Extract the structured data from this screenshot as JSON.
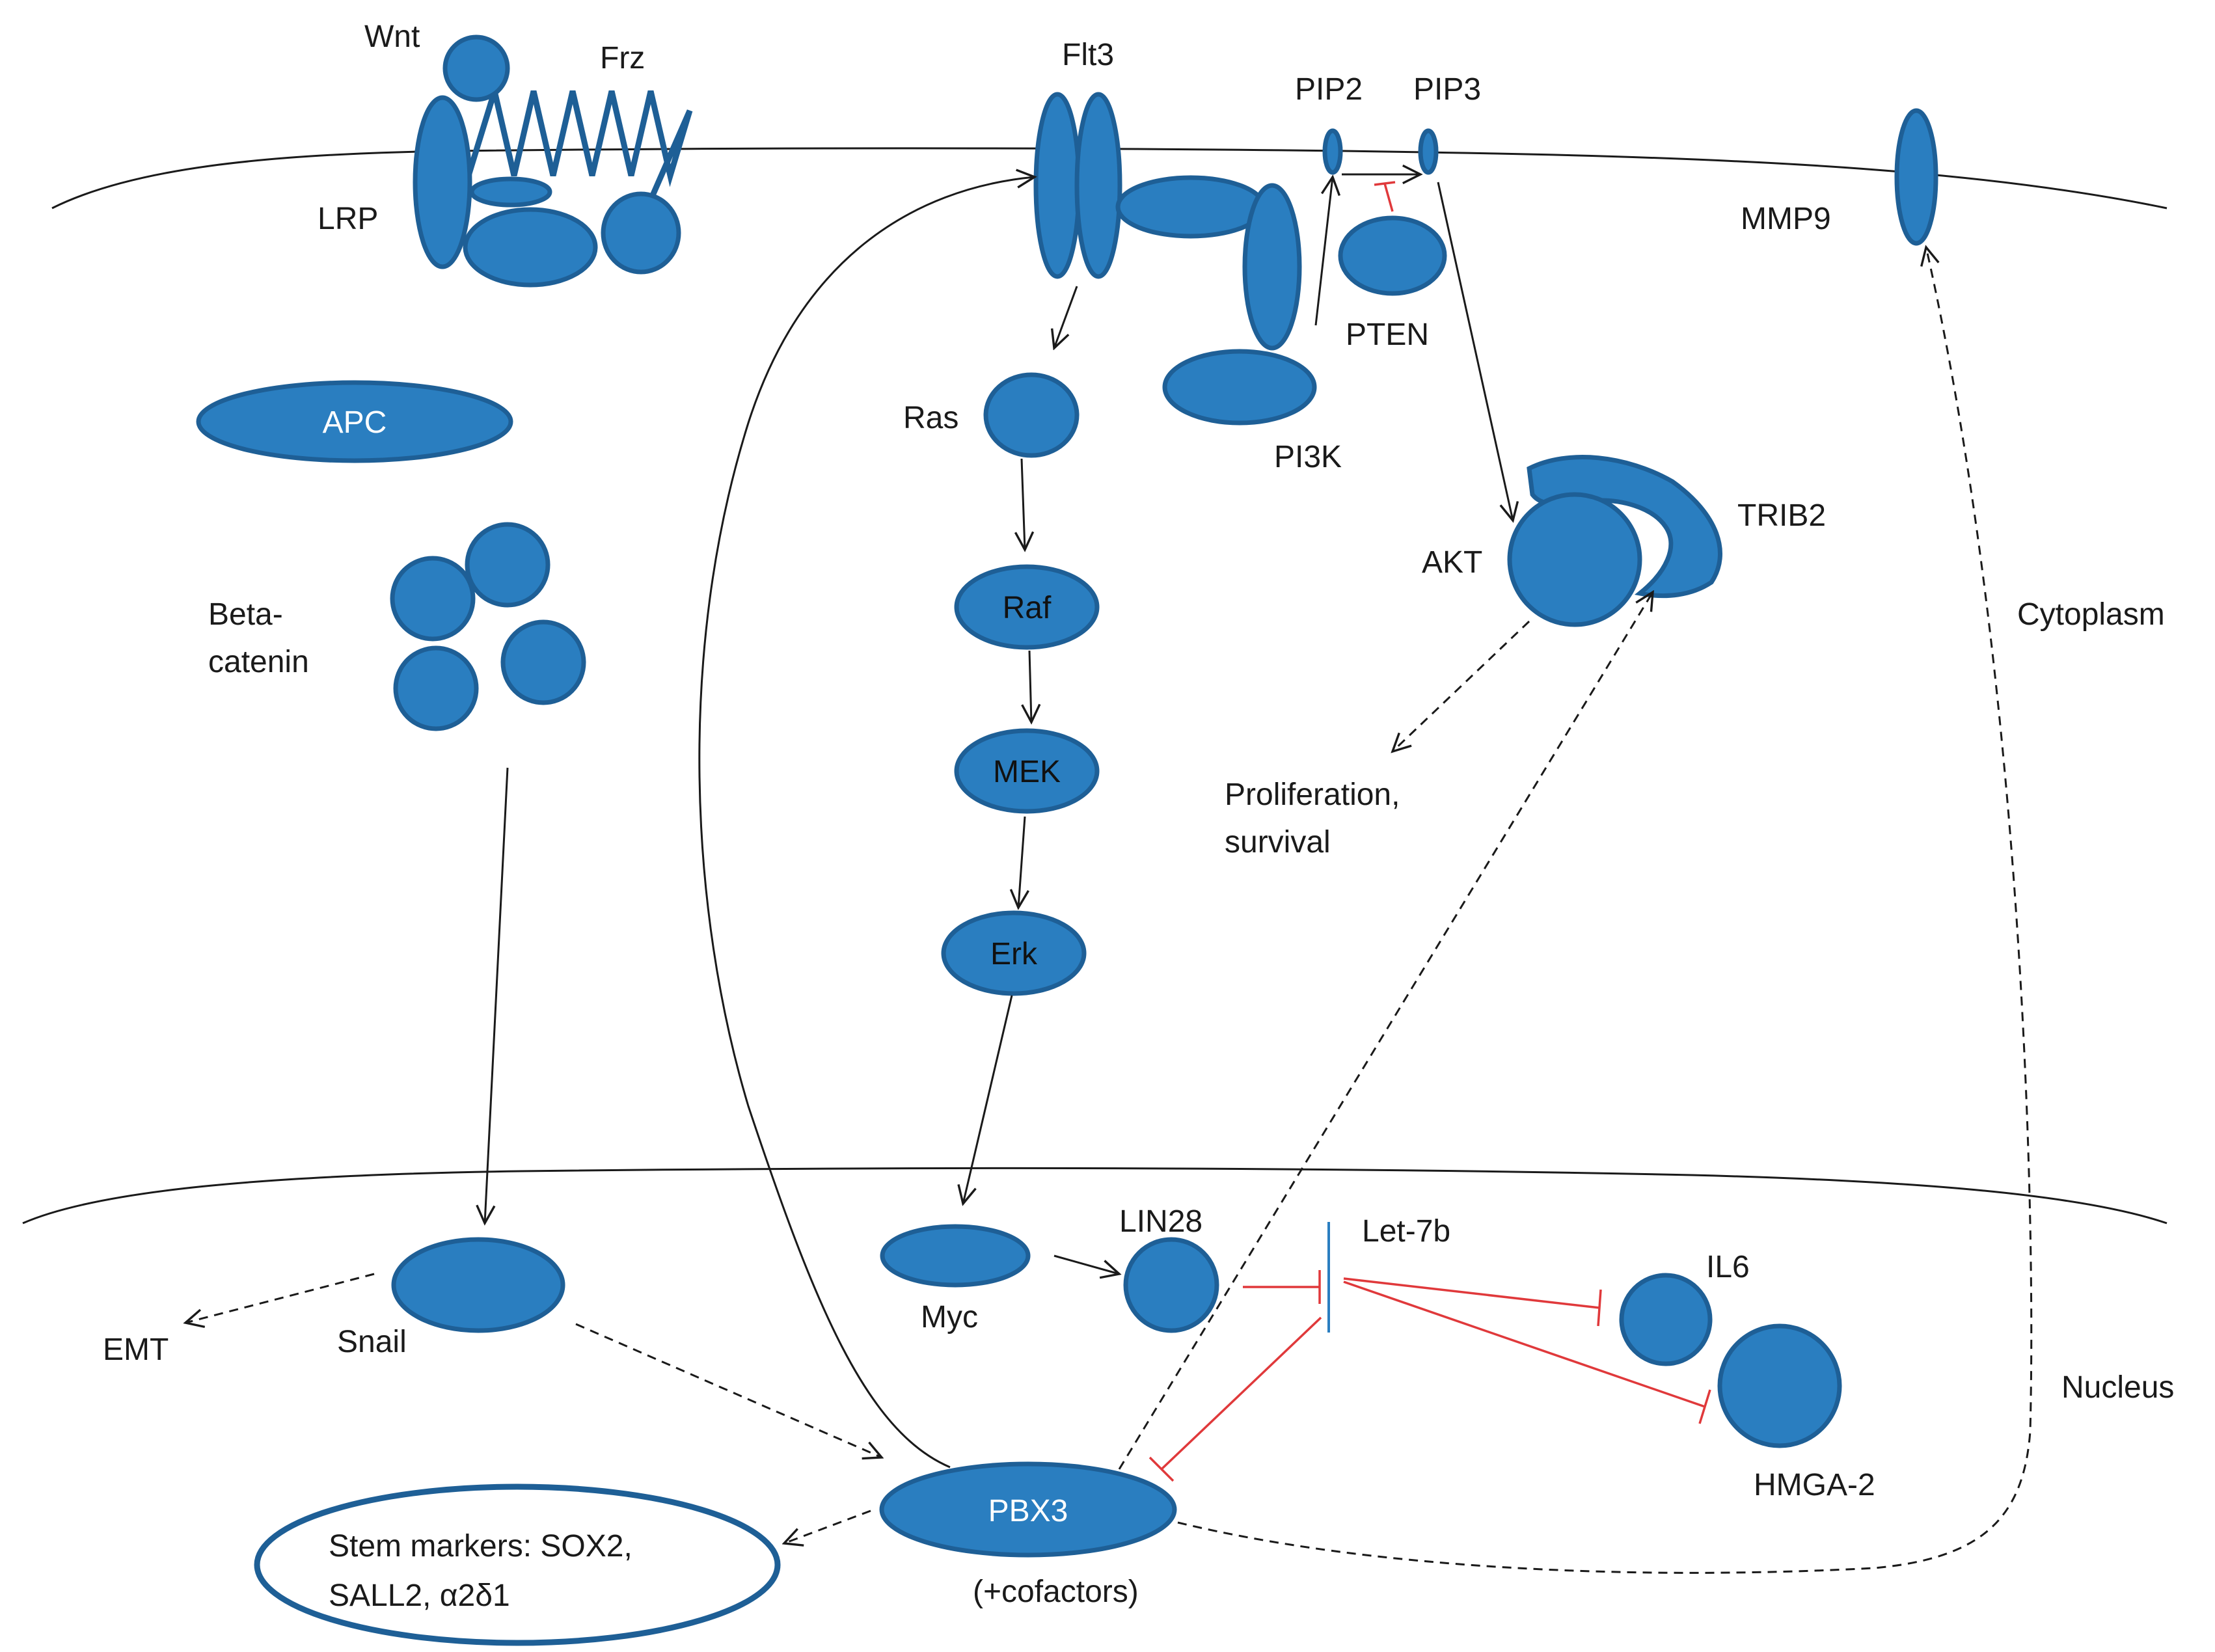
{
  "labels": {
    "wnt": "Wnt",
    "frz": "Frz",
    "lrp": "LRP",
    "flt3": "Flt3",
    "pip2": "PIP2",
    "pip3": "PIP3",
    "pten": "PTEN",
    "pi3k": "PI3K",
    "mmp9": "MMP9",
    "apc": "APC",
    "ras": "Ras",
    "raf": "Raf",
    "mek": "MEK",
    "erk": "Erk",
    "akt": "AKT",
    "trib2": "TRIB2",
    "beta_catenin_line1": "Beta-",
    "beta_catenin_line2": "catenin",
    "prolif_line1": "Proliferation,",
    "prolif_line2": "survival",
    "cytoplasm": "Cytoplasm",
    "nucleus": "Nucleus",
    "emt": "EMT",
    "snail": "Snail",
    "myc": "Myc",
    "lin28": "LIN28",
    "let7b": "Let-7b",
    "il6": "IL6",
    "hmga2": "HMGA-2",
    "pbx3": "PBX3",
    "cofactors": "(+cofactors)",
    "stem_line1": "Stem markers: SOX2,",
    "stem_line2": "SALL2, α2δ1"
  },
  "colors": {
    "node_fill": "#2a7ec0",
    "node_stroke": "#1e5f96",
    "activation": "#1a1a1a",
    "inhibition": "#e0393b"
  }
}
